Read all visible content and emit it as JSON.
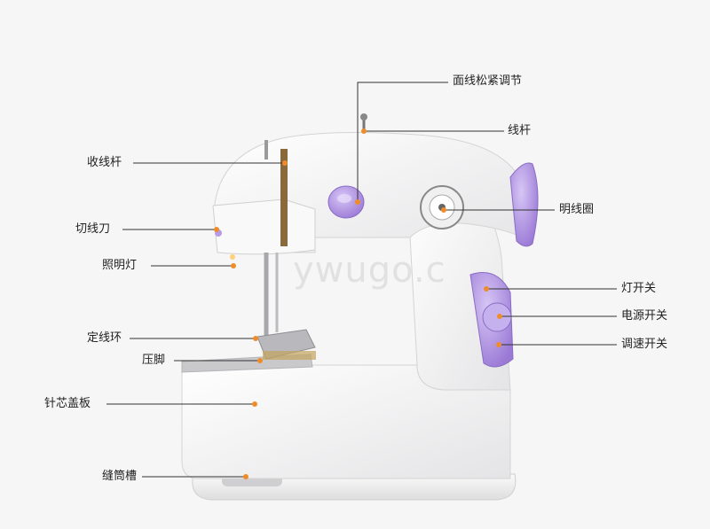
{
  "watermark": "ywugo.c",
  "labels": {
    "top_tension": "面线松紧调节",
    "thread_rod": "线杆",
    "take_up_lever": "收线杆",
    "bobbin_winder": "明线圈",
    "thread_cutter": "切线刀",
    "light": "照明灯",
    "light_switch": "灯开关",
    "power_switch": "电源开关",
    "speed_switch": "调速开关",
    "thread_guide_ring": "定线环",
    "presser_foot": "压脚",
    "needle_plate_cover": "针芯盖板",
    "bobbin_slot": "缝筒槽"
  },
  "colors": {
    "body": "#ffffff",
    "accent_purple": "#a585dd",
    "leader_line": "#333333",
    "dot": "#ef8c2a"
  }
}
